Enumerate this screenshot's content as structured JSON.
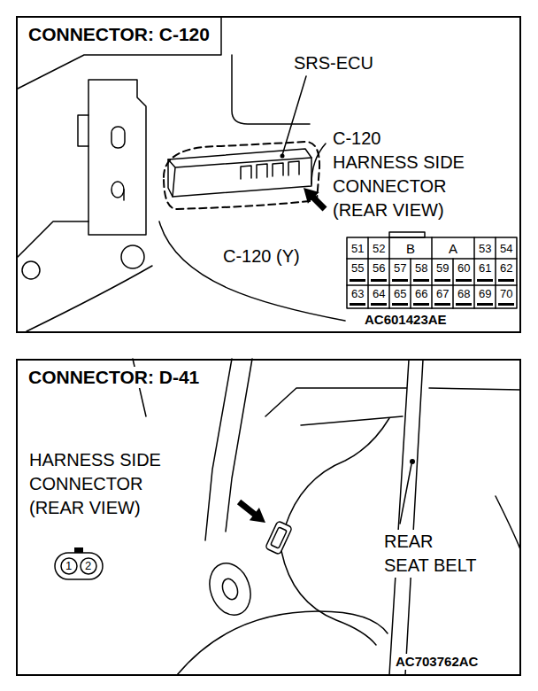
{
  "diagram": {
    "nodes": [
      {
        "text": [
          "CONNECTOR: C-120"
        ]
      },
      {
        "text": [
          "CONNECTOR: D-41"
        ]
      }
    ],
    "labels": [
      "SRS-ECU",
      "C-120 HARNESS SIDE CONNECTOR (REAR VIEW)",
      "C-120 (Y)",
      "51",
      "52",
      "B",
      "A",
      "53",
      "54",
      "55",
      "56",
      "57",
      "58",
      "59",
      "60",
      "61",
      "62",
      "63",
      "64",
      "65",
      "66",
      "67",
      "68",
      "69",
      "70",
      "AC601423AE",
      "HARNESS SIDE CONNECTOR (REAR VIEW)",
      "1",
      "2",
      "REAR SEAT BELT",
      "AC703762AC"
    ]
  }
}
